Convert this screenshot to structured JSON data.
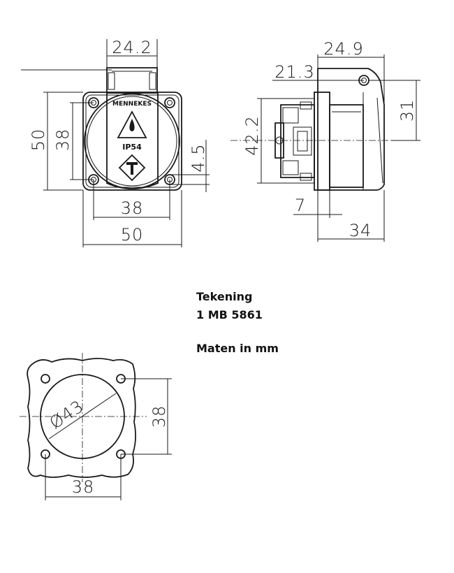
{
  "labels": {
    "drawing_word": "Tekening",
    "drawing_number": "1 MB 5861",
    "units": "Maten in mm"
  },
  "front_view": {
    "dim_top": "24.2",
    "dim_left_outer": "50",
    "dim_left_inner": "38",
    "dim_right": "4.5",
    "dim_bottom_inner": "38",
    "dim_bottom_outer": "50",
    "brand": "MENNEKES",
    "rating": "IP54"
  },
  "side_view": {
    "dim_top_outer": "24.9",
    "dim_top_inner": "21.3",
    "dim_left": "42.2",
    "dim_right": "31",
    "dim_bottom_inner": "7",
    "dim_bottom_outer": "34"
  },
  "cutout_view": {
    "dim_diameter": "Ø43",
    "dim_right": "38",
    "dim_bottom": "38"
  }
}
